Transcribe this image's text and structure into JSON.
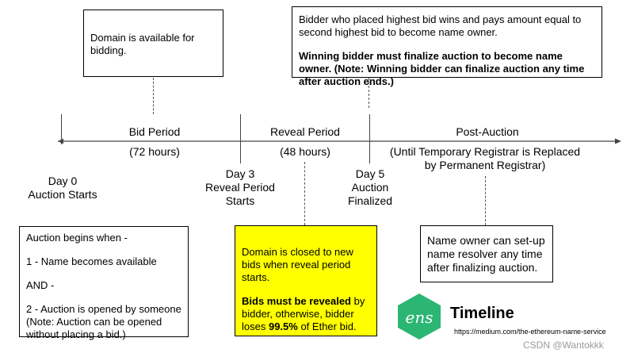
{
  "diagram": {
    "box_available": "Domain is available for bidding.",
    "box_top_right": {
      "line1": "Bidder who placed highest bid wins and pays amount equal to second highest bid to become name owner.",
      "line2_bold": "Winning bidder must finalize auction to become name owner. (Note: Winning bidder can finalize auction any time after auction ends.)"
    },
    "periods": {
      "bid_period": "Bid Period",
      "bid_hours": "(72 hours)",
      "reveal_period": "Reveal Period",
      "reveal_hours": "(48 hours)",
      "post_auction": "Post-Auction",
      "post_note": "(Until Temporary Registrar is Replaced by Permanent Registrar)"
    },
    "days": {
      "day0": "Day 0",
      "day0_sub": "Auction Starts",
      "day3": "Day 3",
      "day3_sub": "Reveal Period Starts",
      "day5": "Day 5",
      "day5_sub": "Auction Finalized"
    },
    "box_auction_begins": {
      "title": "Auction begins when -",
      "item1": "1 - Name becomes available",
      "and": "AND -",
      "item2": "2 - Auction is opened by someone",
      "note": "(Note: Auction can be opened without placing a bid.)"
    },
    "box_yellow": {
      "line1": "Domain is closed to new bids when reveal period starts.",
      "bold_part": "Bids must be revealed",
      "line2_rest": " by bidder, otherwise, bidder loses ",
      "bold_pct": "99.5%",
      "line2_end": " of Ether bid."
    },
    "box_resolver": "Name owner can set-up name resolver any time after finalizing auction."
  },
  "branding": {
    "logo_text": "ens",
    "timeline_title": "Timeline",
    "url": "https://medium.com/the-ethereum-name-service",
    "watermark": "CSDN @Wantokkk",
    "logo_color": "#2bb673"
  }
}
